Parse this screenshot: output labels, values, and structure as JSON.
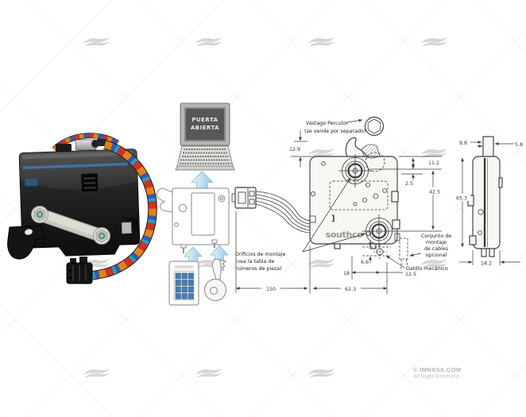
{
  "infographic": {
    "laptop_screen": {
      "line1": "PUERTA",
      "line2": "ABIERTA"
    }
  },
  "diagram": {
    "brand_label": "southco",
    "bracket_mark": "]",
    "callouts": {
      "striker1": "Vástago Percutor",
      "striker2": "(se vende por separado)",
      "mounting1": "Orificios de montaje",
      "mounting2": "(vea la tabla de",
      "mounting3": "números de pieza)",
      "cable1": "Conjunto de",
      "cable2": "montaje",
      "cable3": "de cables",
      "cable4": "opcional",
      "trigger": "Gatillo mecánico"
    },
    "dimensions": {
      "d12_9": "12.9",
      "d11_2": "11.2",
      "d2_5": "2.5",
      "d42_5": "42.5",
      "d6_6": "6.6",
      "d18": "18",
      "d12_5": "12.5",
      "d150": "150",
      "d62_3": "62.3",
      "d8_8": "8.8",
      "d5_8": "5.8",
      "d65_3": "65.3",
      "d18_2": "18.2"
    }
  },
  "footer": {
    "copyright": "© IMNASA.COM",
    "rights": "All Right Reserved"
  },
  "colors": {
    "watermark_gray": "#d5d5d5",
    "drawing_line": "#3a3a3a",
    "arrow_blue": "#bcdcf0",
    "keypad_key_blue": "#4a7cae",
    "wire_orange": "#e0821f",
    "wire_red": "#cf3222",
    "wire_blue": "#2e5cb0",
    "laptop_screen": "#575755",
    "copyright_gray": "#b4b4b4"
  }
}
